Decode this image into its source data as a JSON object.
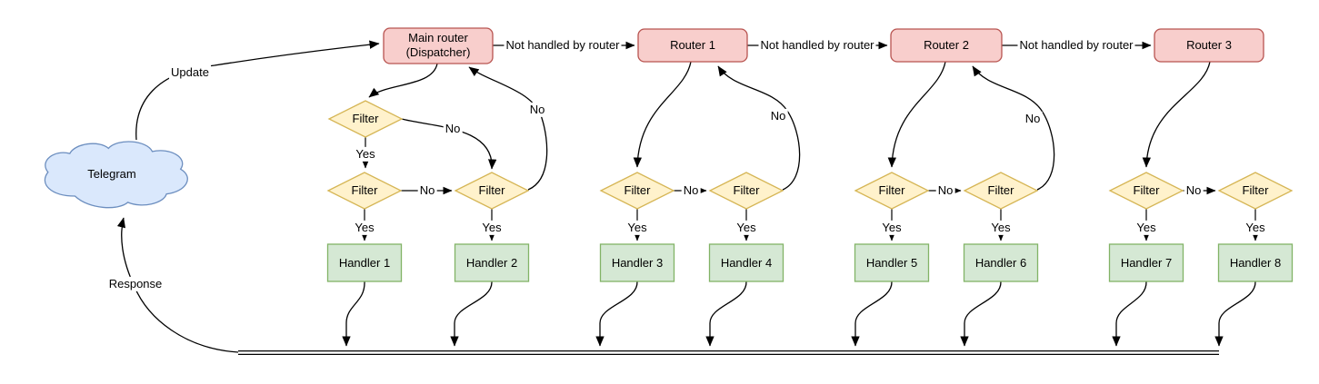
{
  "nodes": {
    "telegram": {
      "label": "Telegram"
    },
    "dispatcher": {
      "line1": "Main router",
      "line2": "(Dispatcher)"
    },
    "routers": [
      {
        "label": "Router 1"
      },
      {
        "label": "Router 2"
      },
      {
        "label": "Router 3"
      }
    ],
    "filter_label": "Filter",
    "handlers": [
      {
        "label": "Handler 1"
      },
      {
        "label": "Handler 2"
      },
      {
        "label": "Handler 3"
      },
      {
        "label": "Handler 4"
      },
      {
        "label": "Handler 5"
      },
      {
        "label": "Handler 6"
      },
      {
        "label": "Handler 7"
      },
      {
        "label": "Handler 8"
      }
    ]
  },
  "edge_labels": {
    "update": "Update",
    "response": "Response",
    "not_handled": "Not handled by router",
    "yes": "Yes",
    "no": "No"
  },
  "colors": {
    "background": "#ffffff",
    "edge": "#000000",
    "router_fill": "#f8cecc",
    "router_stroke": "#b85450",
    "filter_fill": "#fff2cc",
    "filter_stroke": "#d6b656",
    "handler_fill": "#d5e8d4",
    "handler_stroke": "#82b366",
    "cloud_fill": "#dae8fc",
    "cloud_stroke": "#6c8ebf"
  }
}
